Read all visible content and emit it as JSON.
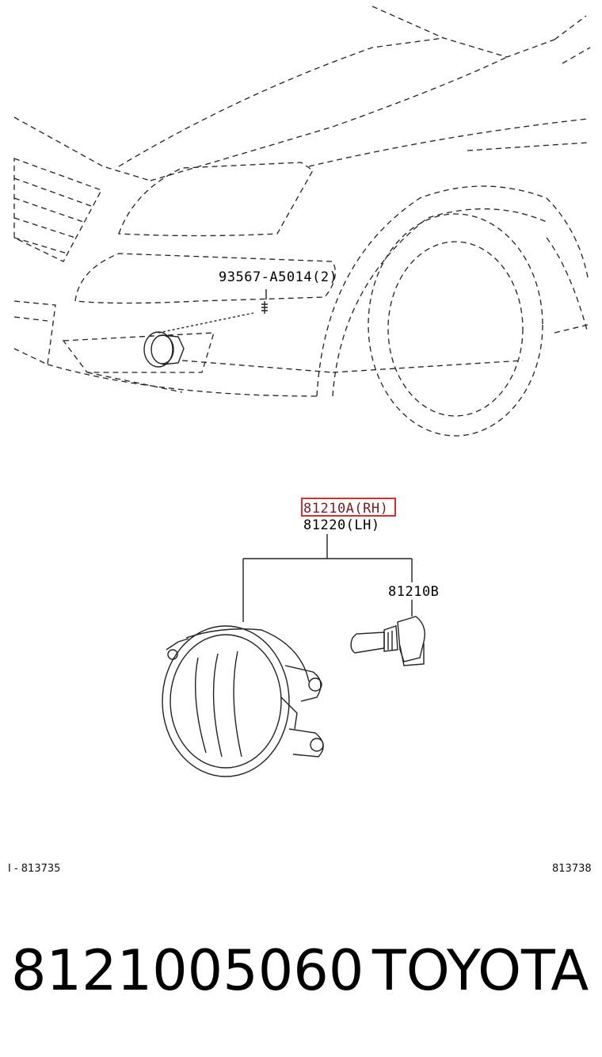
{
  "diagram": {
    "callouts": {
      "bolt": "93567-A5014(2)",
      "fog_lamp_rh": "81210A(RH)",
      "fog_lamp_lh": "81220(LH)",
      "bulb": "81210B"
    },
    "reference_codes": {
      "left": "I - 813735",
      "right": "813738"
    },
    "highlight_color": "#d32f2f"
  },
  "caption": {
    "part_number": "8121005060",
    "brand": "TOYOTA"
  }
}
